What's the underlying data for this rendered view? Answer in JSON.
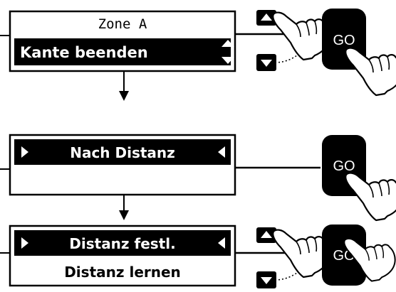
{
  "panel1": {
    "header": "Zone A",
    "selected": "Kante beenden"
  },
  "panel2": {
    "selected": "Nach Distanz"
  },
  "panel3": {
    "selected": "Distanz festl.",
    "next": "Distanz lernen"
  },
  "go_label": "GO",
  "icons": {
    "up": "up-arrow-button-icon",
    "down": "down-arrow-button-icon",
    "go": "go-button-icon",
    "hand": "pointing-hand-icon",
    "updown": "up-down-triangle-icon",
    "left_marker": "right-pointing-triangle-icon",
    "right_marker": "left-pointing-triangle-icon",
    "flow_arrow": "down-arrow-icon"
  }
}
